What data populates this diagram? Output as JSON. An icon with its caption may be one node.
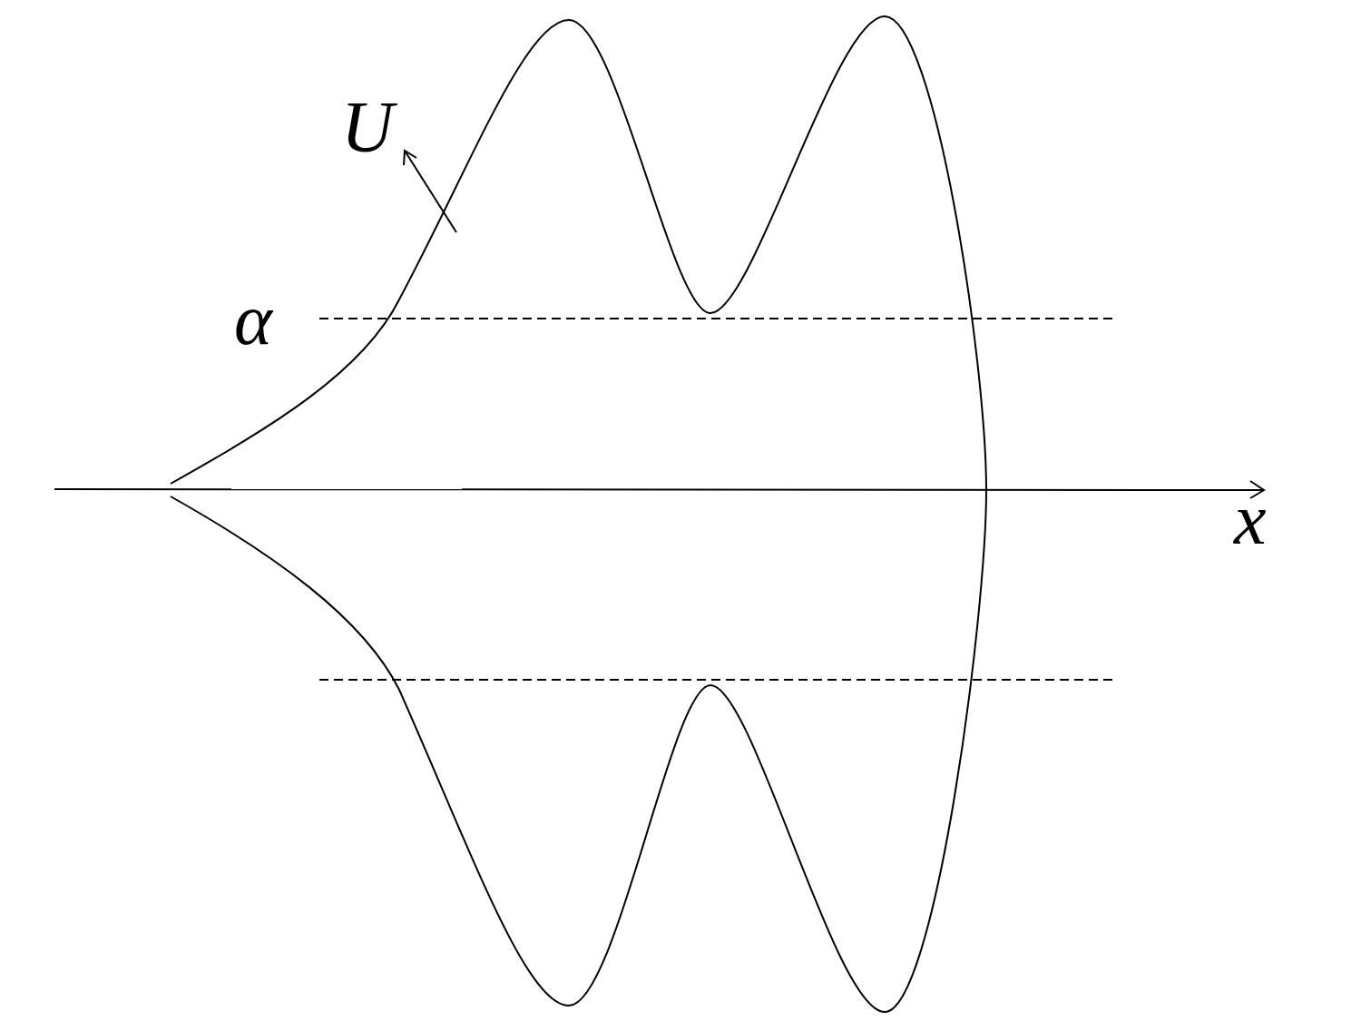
{
  "diagram": {
    "labels": [
      "U",
      "α",
      "x"
    ]
  }
}
